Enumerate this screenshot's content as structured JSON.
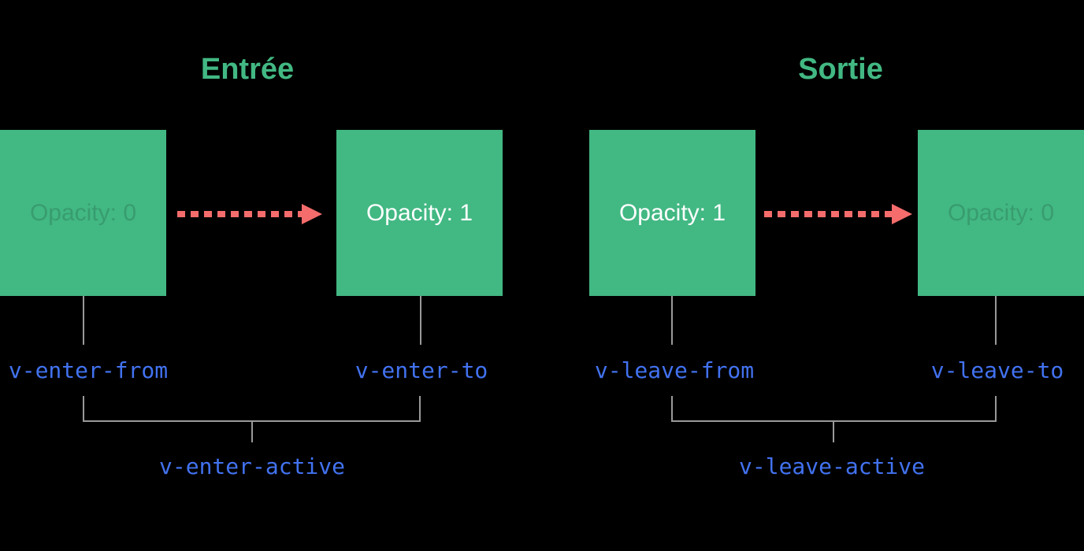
{
  "diagram": {
    "description": "Vue transition classes diagram",
    "background": "#000000",
    "colors": {
      "box_green": "#42b883",
      "title_green": "#42b883",
      "class_label_blue": "#4272f0",
      "arrow_red": "#f56c6c",
      "connector_gray": "#999999",
      "box_text_solid": "#ffffff"
    },
    "sections": [
      {
        "title": "Entrée",
        "from_box": {
          "label": "Opacity: 0",
          "emphasis": "faint"
        },
        "to_box": {
          "label": "Opacity: 1",
          "emphasis": "solid"
        },
        "from_class": "v-enter-from",
        "to_class": "v-enter-to",
        "active_class": "v-enter-active"
      },
      {
        "title": "Sortie",
        "from_box": {
          "label": "Opacity: 1",
          "emphasis": "solid"
        },
        "to_box": {
          "label": "Opacity: 0",
          "emphasis": "faint"
        },
        "from_class": "v-leave-from",
        "to_class": "v-leave-to",
        "active_class": "v-leave-active"
      }
    ]
  }
}
